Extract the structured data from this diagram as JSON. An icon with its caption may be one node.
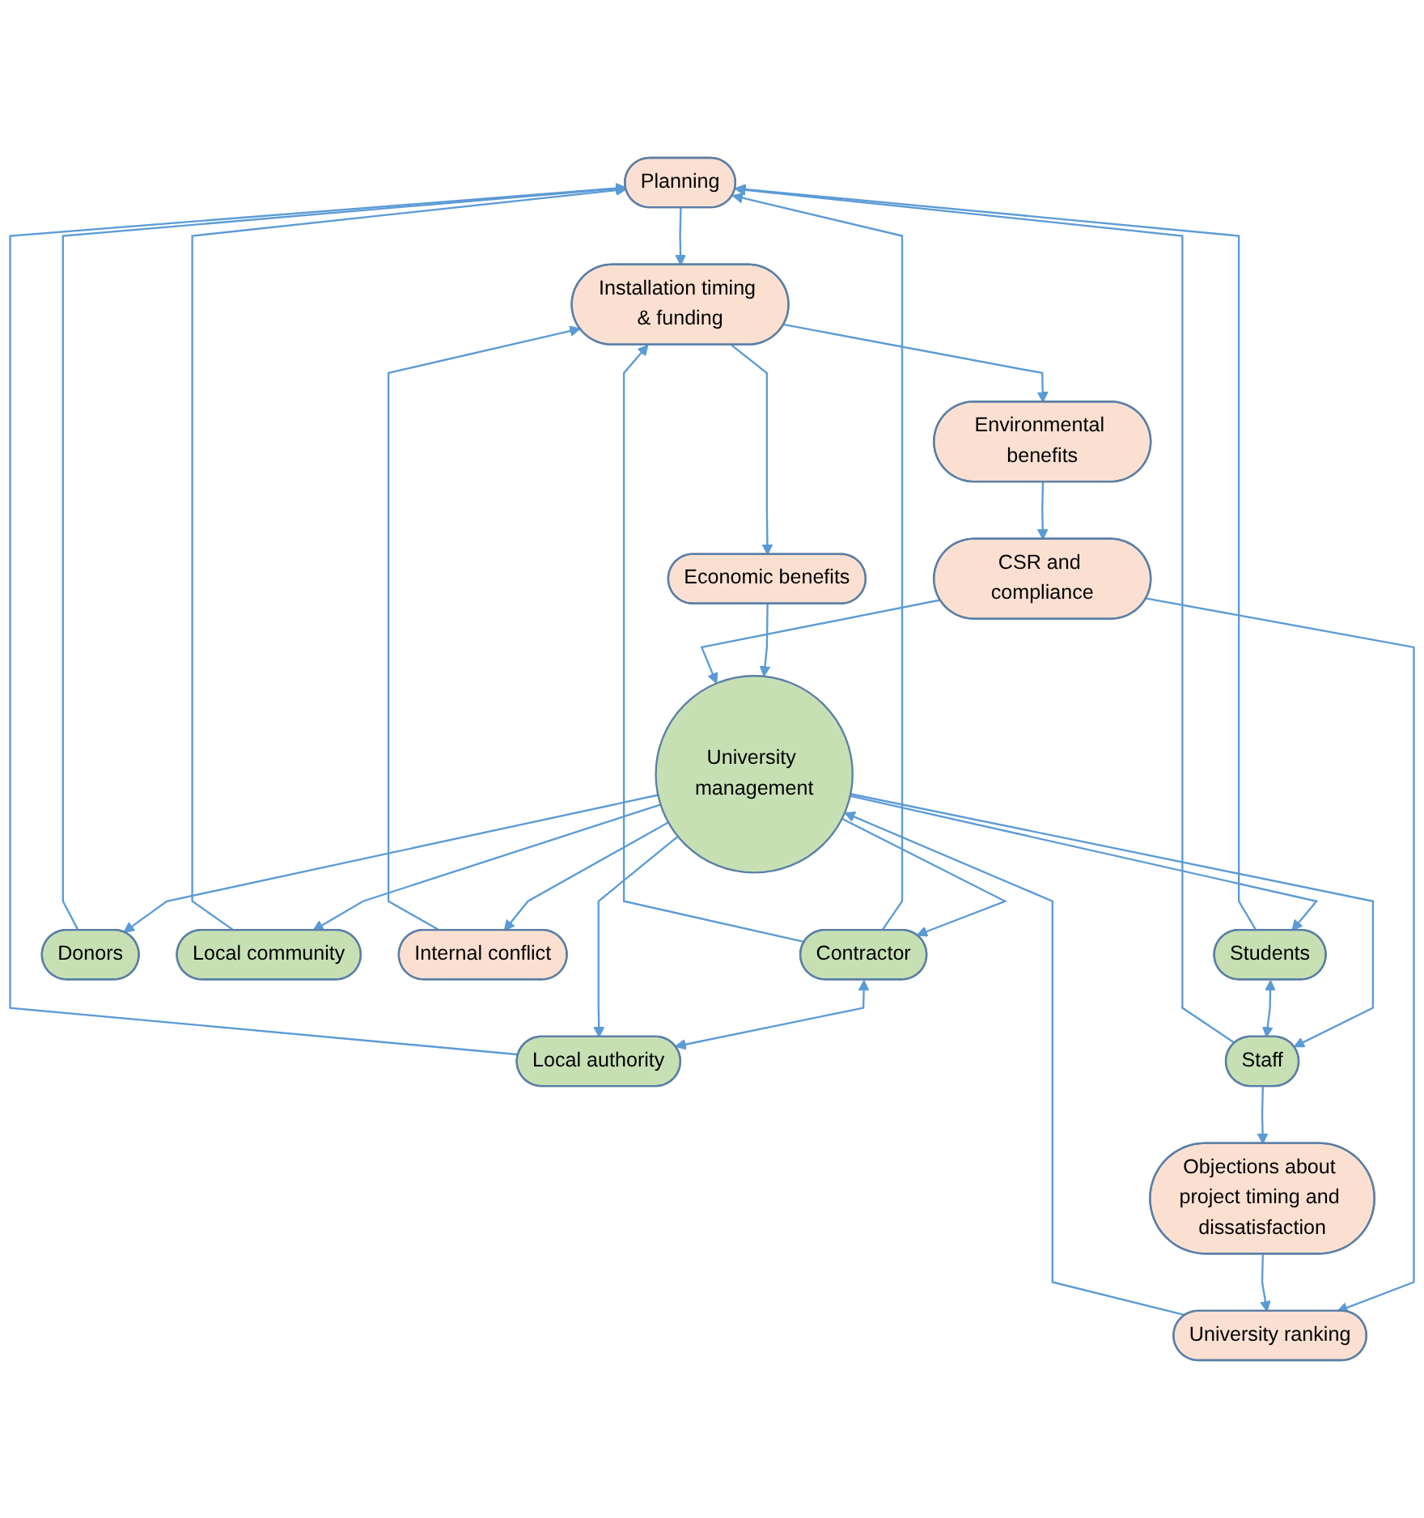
{
  "diagram": {
    "nodes": [
      {
        "text": [
          "Planning"
        ]
      },
      {
        "text": [
          "Installation timing & funding"
        ]
      },
      {
        "text": [
          "Contractor"
        ]
      },
      {
        "text": [
          "Local authority"
        ]
      },
      {
        "text": [
          "Donors"
        ]
      },
      {
        "text": [
          "Local community"
        ]
      },
      {
        "text": [
          "Internal conflict"
        ]
      },
      {
        "text": [
          "Students"
        ]
      },
      {
        "text": [
          "Environmental benefits"
        ]
      },
      {
        "text": [
          "Staff"
        ]
      },
      {
        "text": [
          "Economic benefits"
        ]
      },
      {
        "text": [
          "University management"
        ]
      },
      {
        "text": [
          "CSR and compliance"
        ]
      },
      {
        "text": [
          "University ranking"
        ]
      },
      {
        "text": [
          "Objections about project timing and dissatisfaction"
        ]
      }
    ],
    "edges": [
      {
        "from": 0,
        "to": 1,
        "arrow": "to"
      },
      {
        "from": 2,
        "to": 0,
        "arrow": "to"
      },
      {
        "from": 2,
        "to": 1,
        "arrow": "to"
      },
      {
        "from": 2,
        "to": 3,
        "arrow": "both"
      },
      {
        "from": 3,
        "to": 0,
        "arrow": "to"
      },
      {
        "from": 4,
        "to": 0,
        "arrow": "to"
      },
      {
        "from": 5,
        "to": 0,
        "arrow": "to"
      },
      {
        "from": 7,
        "to": 0,
        "arrow": "to"
      },
      {
        "from": 9,
        "to": 0,
        "arrow": "to"
      },
      {
        "from": 1,
        "to": 8,
        "arrow": "to"
      },
      {
        "from": 1,
        "to": 10,
        "arrow": "to"
      },
      {
        "from": 6,
        "to": 1,
        "arrow": "to"
      },
      {
        "from": 8,
        "to": 12,
        "arrow": "to"
      },
      {
        "from": 10,
        "to": 11,
        "arrow": "to"
      },
      {
        "from": 12,
        "to": 11,
        "arrow": "to"
      },
      {
        "from": 12,
        "to": 13,
        "arrow": "to"
      },
      {
        "from": 13,
        "to": 11,
        "arrow": "to"
      },
      {
        "from": 14,
        "to": 13,
        "arrow": "to"
      },
      {
        "from": 9,
        "to": 14,
        "arrow": "to"
      },
      {
        "from": 11,
        "to": 2,
        "arrow": "to"
      },
      {
        "from": 11,
        "to": 3,
        "arrow": "to"
      },
      {
        "from": 11,
        "to": 4,
        "arrow": "to"
      },
      {
        "from": 11,
        "to": 5,
        "arrow": "to"
      },
      {
        "from": 11,
        "to": 6,
        "arrow": "to"
      },
      {
        "from": 11,
        "to": 7,
        "arrow": "to"
      },
      {
        "from": 11,
        "to": 9,
        "arrow": "to"
      },
      {
        "from": 7,
        "to": 9,
        "arrow": "both"
      }
    ]
  }
}
